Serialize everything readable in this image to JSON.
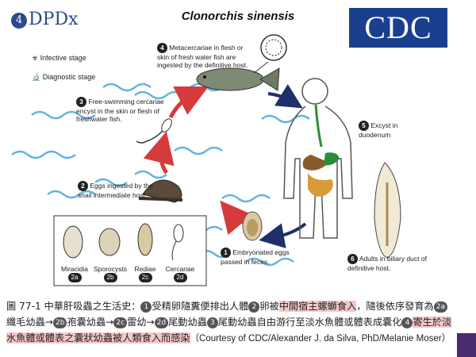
{
  "header": {
    "logo_left": "DPDx",
    "title": "Clonorchis sinensis",
    "logo_right": "CDC"
  },
  "legend": {
    "infective": "Infective stage",
    "diagnostic": "Diagnostic stage"
  },
  "stages": {
    "s1": {
      "num": "1",
      "text": "Embryonated eggs passed in feces."
    },
    "s2": {
      "num": "2",
      "text": "Eggs ingested by the snail intermediate host."
    },
    "s3": {
      "num": "3",
      "text": "Free-swimming cercariae encyst in the skin or flesh of freshwater fish."
    },
    "s4": {
      "num": "4",
      "text": "Metacercariae in flesh or skin of fresh water fish are ingested by the definitive host."
    },
    "s5": {
      "num": "5",
      "text": "Excyst in duodenum"
    },
    "s6": {
      "num": "6",
      "text": "Adults in biliary duct of definitive host."
    }
  },
  "inset": {
    "items": [
      {
        "label": "Miracidia",
        "tag": "2a"
      },
      {
        "label": "Sporocysts",
        "tag": "2b"
      },
      {
        "label": "Rediae",
        "tag": "2c"
      },
      {
        "label": "Cercariae",
        "tag": "2d"
      }
    ]
  },
  "caption": {
    "prefix": "圖 77-1 中華肝吸蟲之生活史：",
    "t1": "受精卵隨糞便排出人體",
    "t2a": "卵被",
    "t2b": "中間宿主螺螄食入",
    "t2c": "，隨後依序發育為",
    "t2d": "纖毛幼蟲→",
    "t2e": "孢囊幼蟲→",
    "t2f": "雷幼→",
    "t2g": "尾動幼蟲",
    "t3": "尾動幼蟲自由游行至淡水魚體或體表成囊化",
    "t4": "寄生於淡水魚體或體表之囊狀幼蟲被人類食入而感染",
    "credit": "（Courtesy of CDC/Alexander J. da Silva, PhD/Melanie Moser）",
    "n1": "1",
    "n2": "2",
    "n3": "3",
    "n4": "4",
    "n2a": "2a",
    "n2b": "2b",
    "n2c": "2c",
    "n2d": "2d"
  }
}
